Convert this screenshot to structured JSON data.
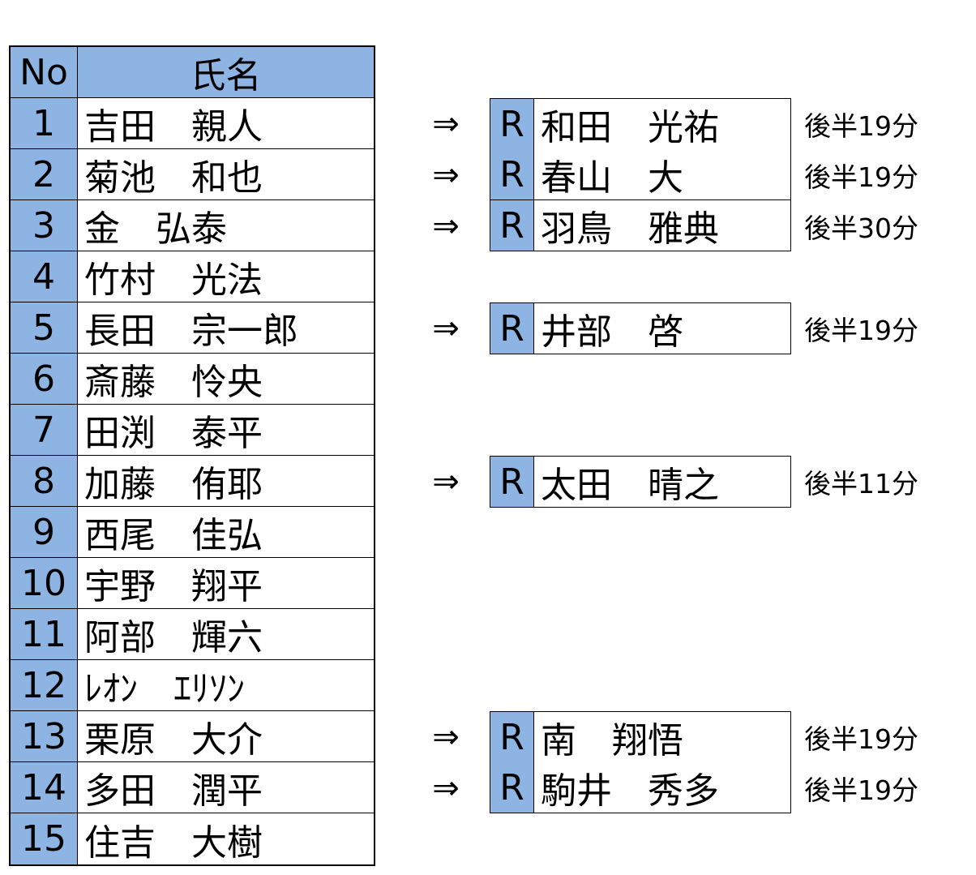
{
  "header": {
    "no": "No",
    "name": "氏名"
  },
  "players": [
    {
      "no": "1",
      "name": "吉田　親人"
    },
    {
      "no": "2",
      "name": "菊池　和也"
    },
    {
      "no": "3",
      "name": "金　弘泰"
    },
    {
      "no": "4",
      "name": "竹村　光法"
    },
    {
      "no": "5",
      "name": "長田　宗一郎"
    },
    {
      "no": "6",
      "name": "斎藤　怜央"
    },
    {
      "no": "7",
      "name": "田渕　泰平"
    },
    {
      "no": "8",
      "name": "加藤　侑耶"
    },
    {
      "no": "9",
      "name": "西尾　佳弘"
    },
    {
      "no": "10",
      "name": "宇野　翔平"
    },
    {
      "no": "11",
      "name": "阿部　輝六"
    },
    {
      "no": "12",
      "name": "ﾚｵﾝ　ｴﾘｿﾝ"
    },
    {
      "no": "13",
      "name": "栗原　大介"
    },
    {
      "no": "14",
      "name": "多田　潤平"
    },
    {
      "no": "15",
      "name": "住吉　大樹"
    }
  ],
  "substitutions": [
    {
      "row": 1,
      "arrow": "⇒",
      "tag": "R",
      "name": "和田　光祐",
      "time": "後半19分"
    },
    {
      "row": 2,
      "arrow": "⇒",
      "tag": "R",
      "name": "春山　大",
      "time": "後半19分"
    },
    {
      "row": 3,
      "arrow": "⇒",
      "tag": "R",
      "name": "羽鳥　雅典",
      "time": "後半30分"
    },
    {
      "row": 5,
      "arrow": "⇒",
      "tag": "R",
      "name": "井部　啓",
      "time": "後半19分"
    },
    {
      "row": 8,
      "arrow": "⇒",
      "tag": "R",
      "name": "太田　晴之",
      "time": "後半11分"
    },
    {
      "row": 13,
      "arrow": "⇒",
      "tag": "R",
      "name": "南　翔悟",
      "time": "後半19分"
    },
    {
      "row": 14,
      "arrow": "⇒",
      "tag": "R",
      "name": "駒井　秀多",
      "time": "後半19分"
    }
  ],
  "colors": {
    "header_fill": "#8db4e2",
    "border": "#000000"
  }
}
